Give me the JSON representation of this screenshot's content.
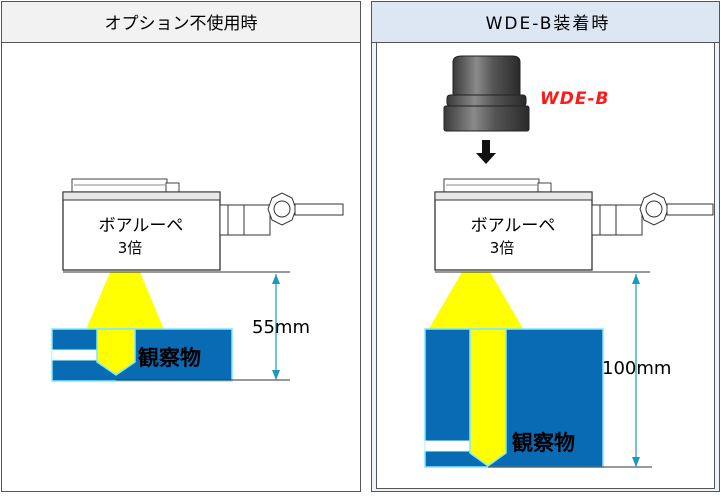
{
  "left_panel": {
    "header": "オプション不使用時",
    "loupe_label_line1": "ボアルーペ",
    "loupe_label_line2": "3倍",
    "distance_label": "55mm",
    "object_label": "観察物"
  },
  "right_panel": {
    "header": "WDE-B装着時",
    "option_name": "WDE-B",
    "loupe_label_line1": "ボアルーペ",
    "loupe_label_line2": "3倍",
    "distance_label": "100mm",
    "object_label": "観察物"
  },
  "colors": {
    "header_left_bg": "#f2f2f2",
    "header_right_bg": "#dde7f3",
    "right_panel_bg": "#eef3f9",
    "beam": "#ffff00",
    "object_fill": "#0a6bb5",
    "object_border": "#7fe8ff",
    "arrow": "#1a9ab8",
    "option_label": "#ff1a1a"
  }
}
